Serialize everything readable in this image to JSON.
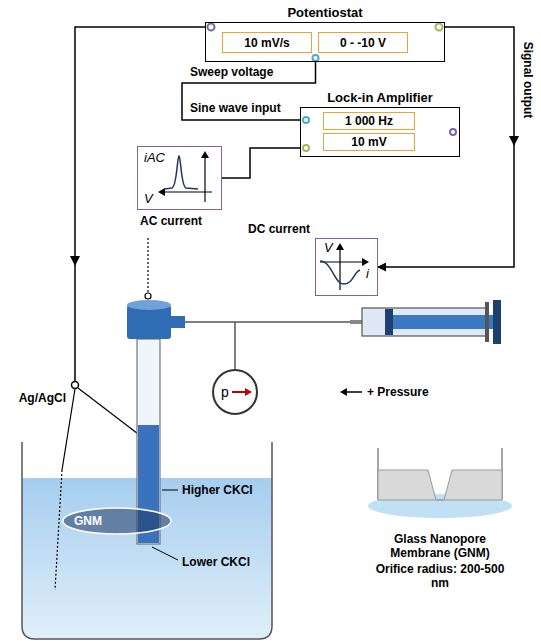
{
  "diagram": {
    "nodes": [
      {
        "text": [
          "Potentiostat"
        ]
      },
      {
        "text": [
          "10 mV/s"
        ],
        "in": 0
      },
      {
        "text": [
          "0 - -10 V"
        ],
        "in": 0
      },
      {
        "text": [
          "Lock-in Amplifier"
        ]
      },
      {
        "text": [
          "1 000 Hz"
        ],
        "in": 3
      },
      {
        "text": [
          "10 mV"
        ],
        "in": 3
      },
      {
        "text": [
          "iAC",
          "V"
        ]
      },
      {
        "text": [
          "V",
          "i"
        ]
      },
      {
        "text": [
          "GNM"
        ]
      }
    ],
    "edges": [
      {
        "from": 0,
        "to": 3,
        "arrow": "none"
      },
      {
        "from": 3,
        "to": 6,
        "arrow": "none"
      },
      {
        "from": 0,
        "to": 7,
        "arrow": "to"
      }
    ],
    "labels": [
      "Sweep voltage",
      "Sine wave input",
      "Signal output",
      "AC current",
      "DC current",
      "Ag/AgCl",
      "+ Pressure",
      "p",
      "Higher CKCl",
      "Lower CKCl",
      "Glass Nanopore Membrane (GNM)",
      "Orifice radius: 200-500 nm"
    ]
  }
}
